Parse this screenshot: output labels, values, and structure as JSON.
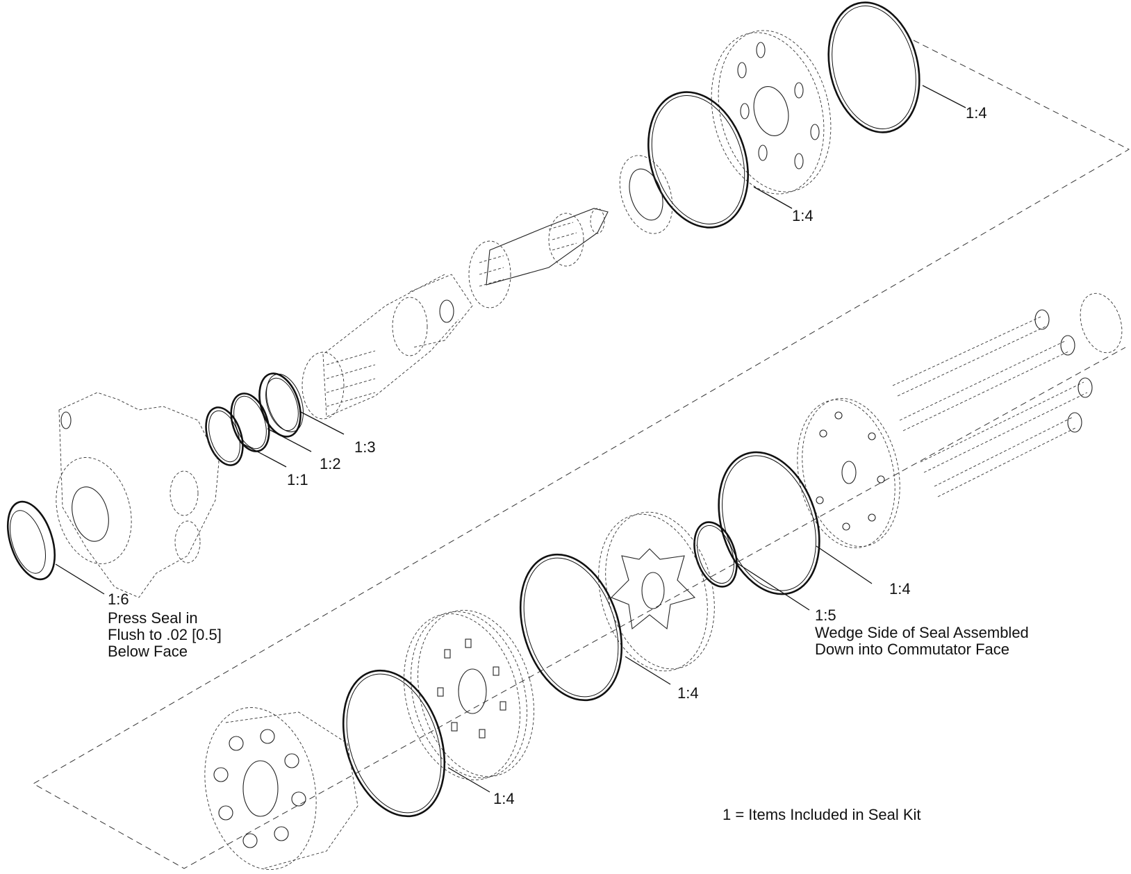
{
  "callouts": {
    "c14_top": "1:4",
    "c14_upper": "1:4",
    "c13": "1:3",
    "c12": "1:2",
    "c11": "1:1",
    "c16": "1:6",
    "c14_right": "1:4",
    "c15": "1:5",
    "c14_mid": "1:4",
    "c14_bottom": "1:4"
  },
  "notes": {
    "press_seal": [
      "Press Seal in",
      "Flush to .02 [0.5]",
      "Below Face"
    ],
    "wedge_side": [
      "Wedge Side of Seal Assembled",
      "Down into Commutator Face"
    ],
    "legend": "1 = Items Included in Seal Kit"
  },
  "parts": [
    "outer-oring-top",
    "wear-plate-top",
    "oring-upper",
    "thrust-bearing",
    "drive-link",
    "output-shaft",
    "bearing-sleeve",
    "seal-1-1",
    "seal-1-2",
    "seal-1-3",
    "housing",
    "shaft-seal-1-6",
    "cap-bolts",
    "end-cover",
    "oring-right",
    "seal-1-5",
    "commutator",
    "oring-mid",
    "manifold",
    "oring-bottom",
    "rotor-set"
  ]
}
